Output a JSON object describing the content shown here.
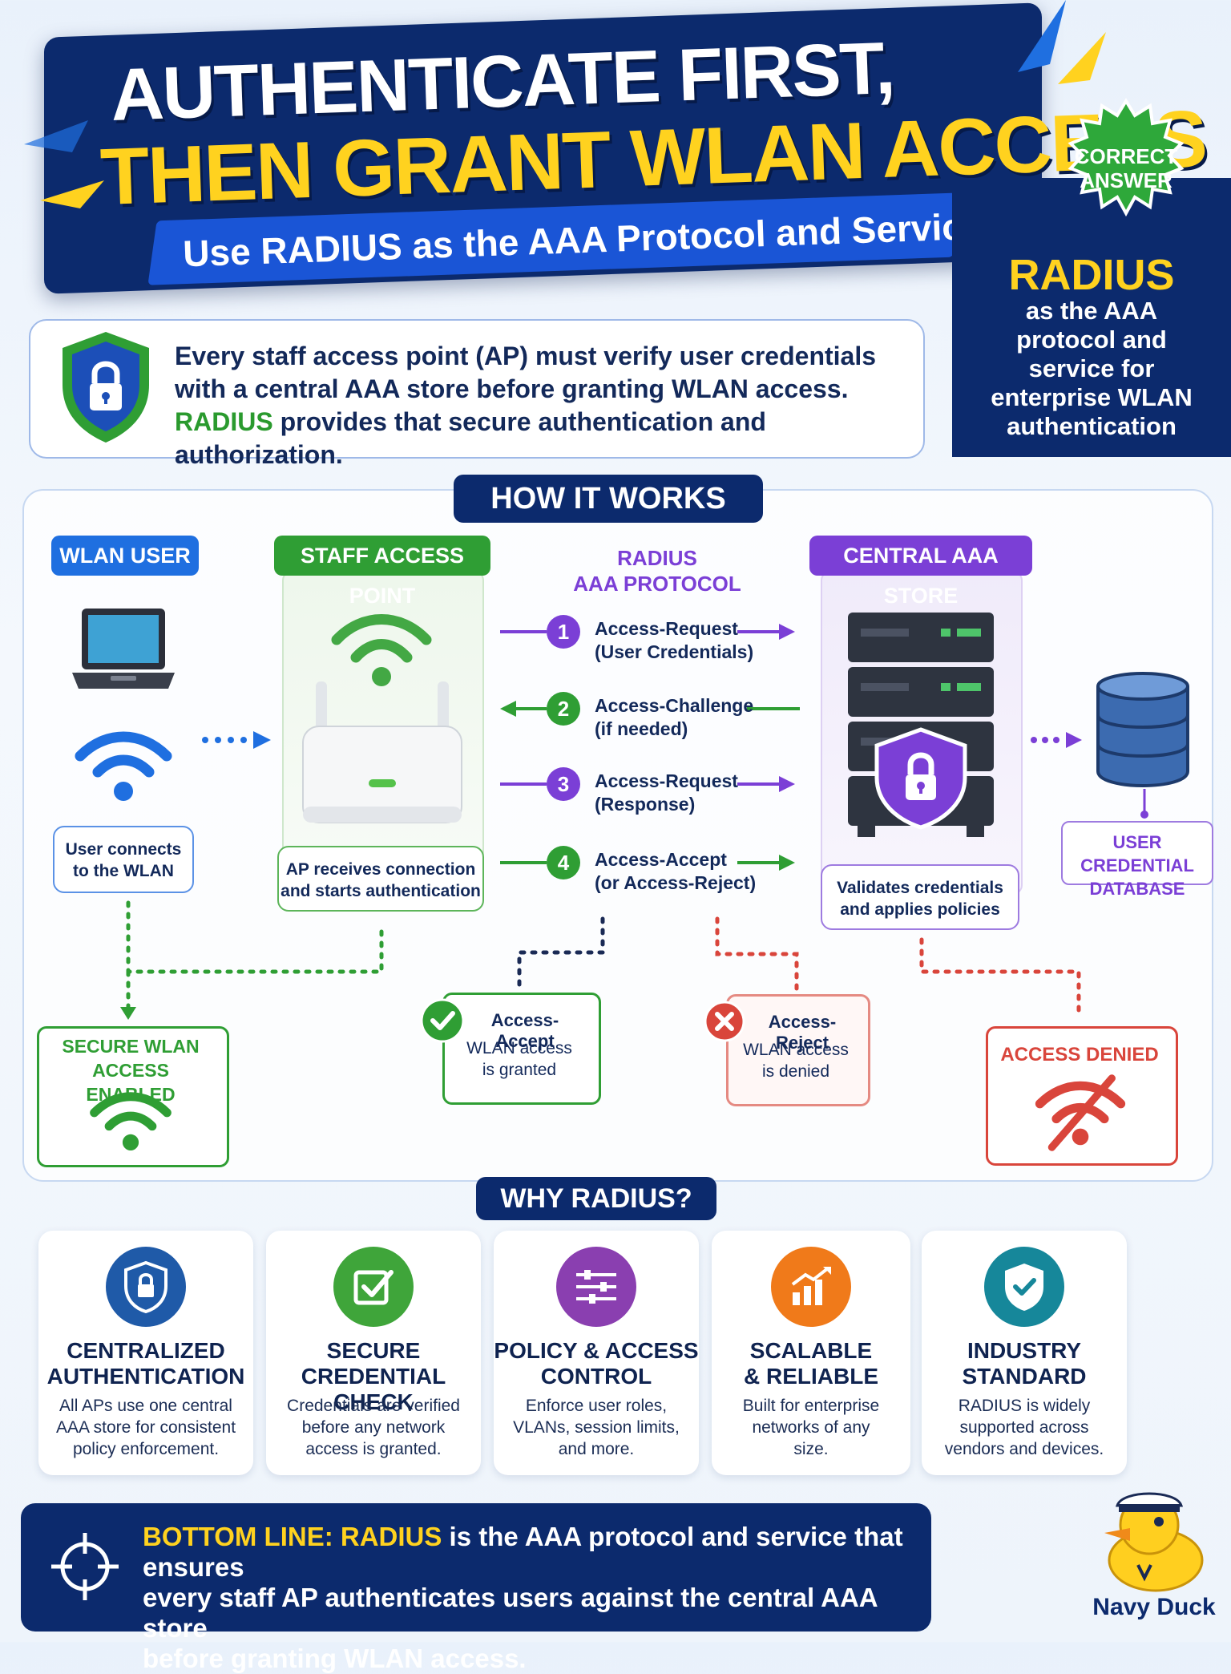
{
  "header": {
    "title_line1": "AUTHENTICATE FIRST,",
    "title_line2": "THEN GRANT WLAN ACCESS",
    "subtitle": "Use RADIUS as the AAA Protocol and Service"
  },
  "answer": {
    "badge_line1": "CORRECT",
    "badge_line2": "ANSWER",
    "big": "RADIUS",
    "desc_line1": "as the AAA",
    "desc_line2": "protocol and",
    "desc_line3": "service for",
    "desc_line4": "enterprise WLAN",
    "desc_line5": "authentication"
  },
  "intro": {
    "line1": "Every staff access point (AP) must verify user credentials",
    "line2": "with a central AAA store before granting WLAN access.",
    "line3_highlight": "RADIUS",
    "line3_rest": " provides that secure authentication and authorization."
  },
  "how": {
    "title": "HOW IT WORKS",
    "user_tag": "WLAN USER",
    "user_cap1": "User connects",
    "user_cap2": "to the WLAN",
    "ap_tag": "STAFF ACCESS POINT",
    "ap_cap1": "AP receives connection",
    "ap_cap2": "and starts authentication",
    "proto_title1": "RADIUS",
    "proto_title2": "AAA PROTOCOL",
    "steps": [
      {
        "num": "1",
        "l1": "Access-Request",
        "l2": "(User Credentials)"
      },
      {
        "num": "2",
        "l1": "Access-Challenge",
        "l2": "(if needed)"
      },
      {
        "num": "3",
        "l1": "Access-Request",
        "l2": "(Response)"
      },
      {
        "num": "4",
        "l1": "Access-Accept",
        "l2": "(or Access-Reject)"
      }
    ],
    "store_tag": "CENTRAL AAA STORE",
    "store_cap1": "Validates credentials",
    "store_cap2": "and applies policies",
    "db_label1": "USER CREDENTIAL",
    "db_label2": "DATABASE",
    "secure_l1": "SECURE WLAN ACCESS",
    "secure_l2": "ENABLED",
    "accept_title": "Access-Accept",
    "accept_l1": "WLAN access",
    "accept_l2": "is granted",
    "reject_title": "Access-Reject",
    "reject_l1": "WLAN access",
    "reject_l2": "is denied",
    "denied": "ACCESS DENIED"
  },
  "why": {
    "title": "WHY RADIUS?",
    "cards": [
      {
        "h1": "CENTRALIZED",
        "h2": "AUTHENTICATION",
        "b1": "All APs use one central",
        "b2": "AAA store for consistent",
        "b3": "policy enforcement.",
        "icon": "shield-lock-icon"
      },
      {
        "h1": "SECURE",
        "h2": "CREDENTIAL CHECK",
        "b1": "Credentials are verified",
        "b2": "before any network",
        "b3": "access is granted.",
        "icon": "checkbox-icon"
      },
      {
        "h1": "POLICY & ACCESS",
        "h2": "CONTROL",
        "b1": "Enforce user roles,",
        "b2": "VLANs, session limits,",
        "b3": "and more.",
        "icon": "sliders-icon"
      },
      {
        "h1": "SCALABLE",
        "h2": "& RELIABLE",
        "b1": "Built for enterprise",
        "b2": "networks of any",
        "b3": "size.",
        "icon": "growth-chart-icon"
      },
      {
        "h1": "INDUSTRY",
        "h2": "STANDARD",
        "b1": "RADIUS is widely",
        "b2": "supported across",
        "b3": "vendors and devices.",
        "icon": "shield-check-icon"
      }
    ]
  },
  "bottom": {
    "label": "BOTTOM LINE:",
    "radius": "RADIUS",
    "text1": " is the AAA protocol and service that ensures",
    "text2": "every staff AP authenticates users against the central AAA store",
    "text3": "before granting WLAN access."
  },
  "mascot": "Navy Duck",
  "colors": {
    "navy": "#0c2a6d",
    "yellow": "#ffd21f",
    "blue": "#1f6fe0",
    "green": "#2f9e34",
    "purple": "#7b3fd6",
    "red": "#d9453b"
  }
}
